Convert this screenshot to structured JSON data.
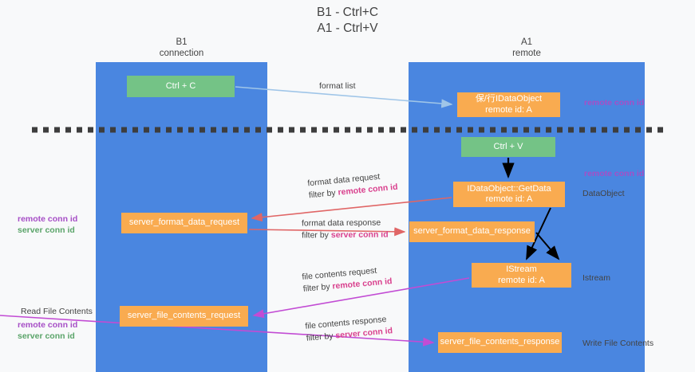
{
  "title": "B1 - Ctrl+C\nA1 - Ctrl+V",
  "title_line1": "B1 - Ctrl+C",
  "title_line2": "A1 - Ctrl+V",
  "columns": [
    {
      "id": "b1",
      "line1": "B1",
      "line2": "connection",
      "color": "#4a86e0"
    },
    {
      "id": "a1",
      "line1": "A1",
      "line2": "remote",
      "color": "#4a86e0"
    }
  ],
  "colors": {
    "column_blue": "#4a86e0",
    "box_green": "#74c386",
    "box_orange": "#f9ab50",
    "accent_purple": "#a64ec6",
    "accent_green": "#5aa469",
    "accent_pink": "#d9418e",
    "arrow_blue": "#9fc5e8",
    "arrow_red": "#e06666",
    "arrow_magenta": "#c24cd4",
    "arrow_black": "#000000",
    "text_dark": "#434343",
    "background": "#f8f9fa"
  },
  "boxes": {
    "ctrl_c": {
      "label": "Ctrl + C",
      "type": "green"
    },
    "idataobject": {
      "line1": "保/行IDataObject",
      "line2": "remote id: A",
      "type": "orange"
    },
    "ctrl_v": {
      "label": "Ctrl + V",
      "type": "green"
    },
    "getdata": {
      "line1": "IDataObject::GetData",
      "line2": "remote id: A",
      "type": "orange"
    },
    "server_format_data_request": {
      "label": "server_format_data_request",
      "type": "orange"
    },
    "server_format_data_response": {
      "label": "server_format_data_response",
      "type": "orange"
    },
    "istream": {
      "line1": "IStream",
      "line2": "remote id: A",
      "type": "orange"
    },
    "server_file_contents_request": {
      "label": "server_file_contents_request",
      "type": "orange"
    },
    "server_file_contents_response": {
      "label": "server_file_contents_response",
      "type": "orange"
    }
  },
  "arrow_labels": {
    "format_list": {
      "line1": "format list",
      "line2": "",
      "line2_hl": ""
    },
    "format_data_request": {
      "line1": "format data request",
      "line2": "filter by ",
      "line2_hl": "remote conn id"
    },
    "format_data_response": {
      "line1": "format data response",
      "line2": "filter by ",
      "line2_hl": "server conn id"
    },
    "file_contents_request": {
      "line1": "file contents request",
      "line2": "filter by ",
      "line2_hl": "remote conn id"
    },
    "file_contents_response": {
      "line1": "file contents response",
      "line2": "filter by ",
      "line2_hl": "server conn id"
    }
  },
  "side_labels": {
    "right_remote_conn_id_top": "remote conn id",
    "right_remote_conn_id_mid": "remote conn id",
    "right_dataobject": "DataObject",
    "right_istream": "Istream",
    "right_write_file_contents": "Write File Contents",
    "left_remote_conn_id_mid": "remote conn id",
    "left_server_conn_id_mid": "server conn id",
    "left_read_file_contents": "Read File Contents",
    "left_remote_conn_id_bottom": "remote conn id",
    "left_server_conn_id_bottom": "server conn id"
  }
}
